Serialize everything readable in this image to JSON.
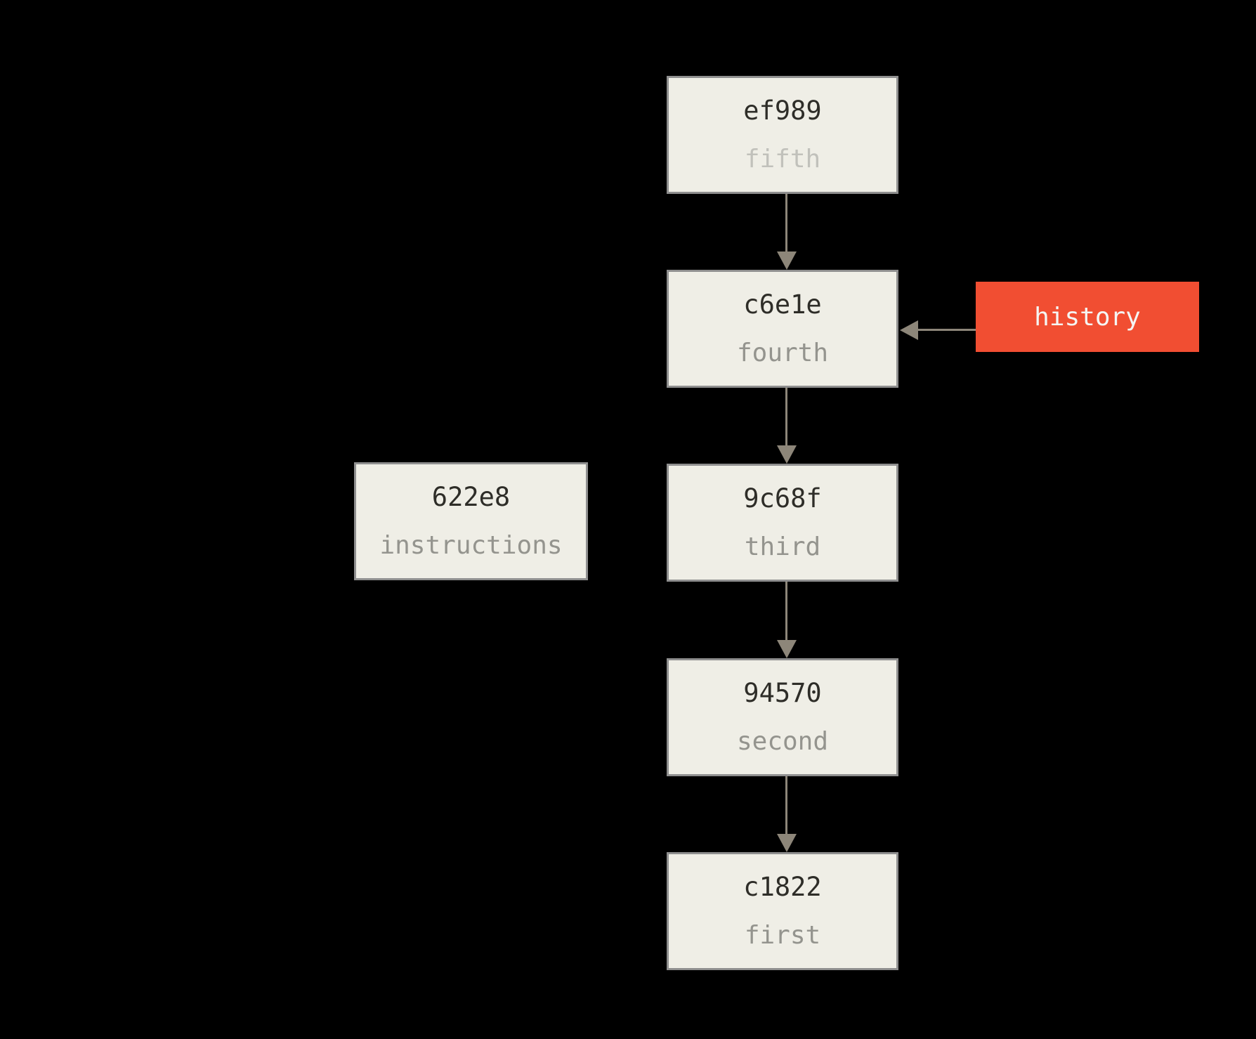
{
  "colors": {
    "page_bg": "#000000",
    "box_fill": "#efeee6",
    "box_border": "#8f8f8f",
    "hash_text": "#2e2d28",
    "label_text": "#94948e",
    "label_text_light": "#c1c1bb",
    "arrow": "#8d8679",
    "history_bg": "#f14e32",
    "history_text": "#f5f5f3"
  },
  "commits": [
    {
      "hash": "ef989",
      "label": "fifth"
    },
    {
      "hash": "c6e1e",
      "label": "fourth"
    },
    {
      "hash": "9c68f",
      "label": "third"
    },
    {
      "hash": "94570",
      "label": "second"
    },
    {
      "hash": "c1822",
      "label": "first"
    }
  ],
  "side_box": {
    "hash": "622e8",
    "label": "instructions"
  },
  "branch_label": {
    "text": "history"
  }
}
